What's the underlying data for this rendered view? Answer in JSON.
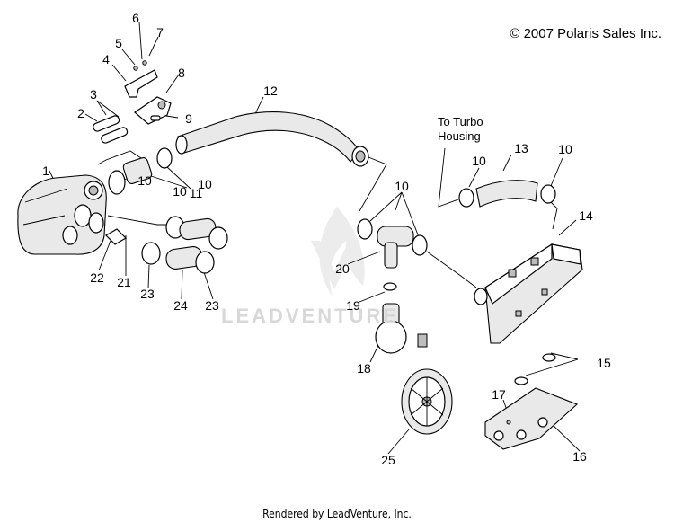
{
  "copyright": "© 2007 Polaris Sales Inc.",
  "footer": "Rendered by LeadVenture, Inc.",
  "note": "To Turbo\nHousing",
  "watermark": "LEADVENTURE",
  "callouts": [
    "1",
    "2",
    "3",
    "4",
    "5",
    "6",
    "7",
    "8",
    "9",
    "10",
    "10",
    "10",
    "10",
    "10",
    "10",
    "11",
    "12",
    "13",
    "14",
    "15",
    "16",
    "17",
    "18",
    "19",
    "20",
    "21",
    "22",
    "23",
    "23",
    "24",
    "25"
  ]
}
